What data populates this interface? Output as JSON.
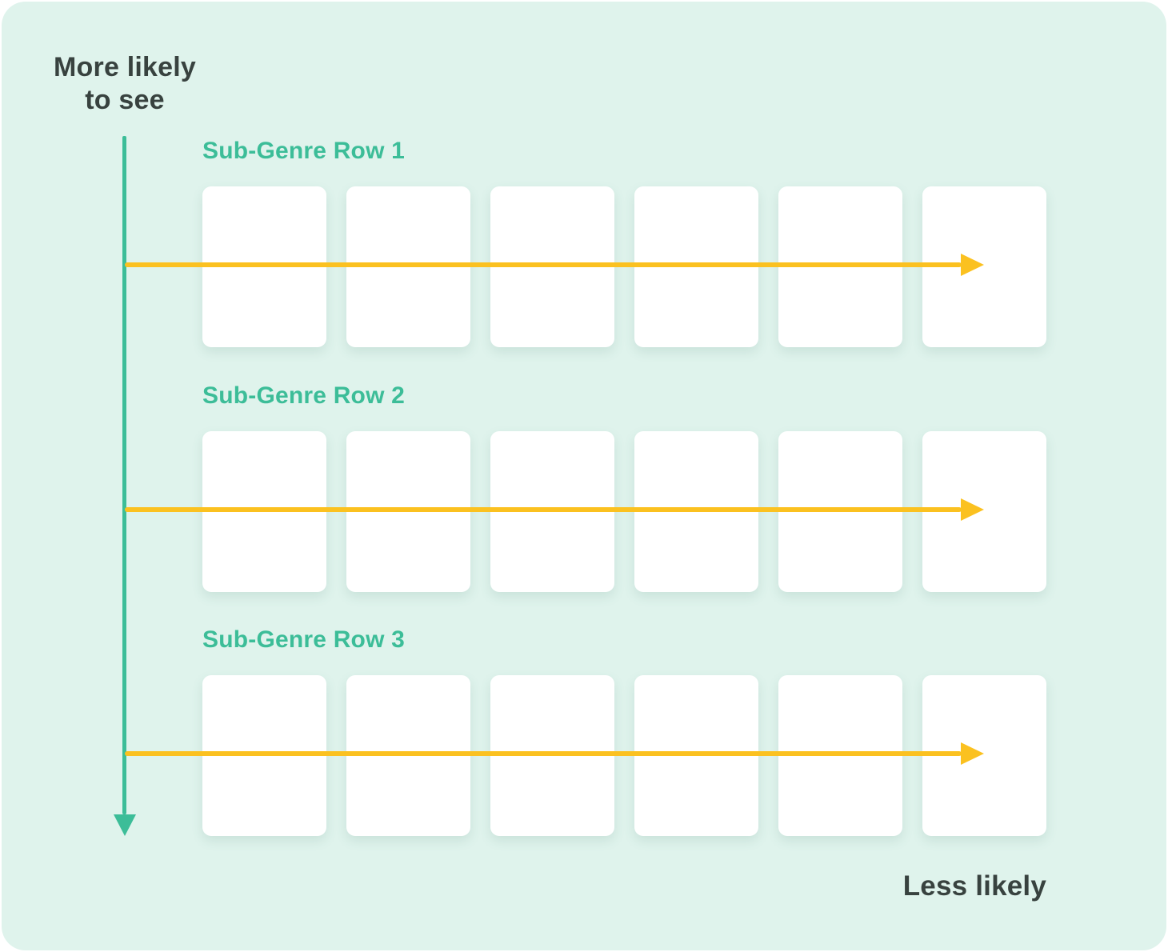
{
  "diagram": {
    "axis": {
      "more_likely_label": "More likely\nto see",
      "less_likely_label": "Less likely"
    },
    "rows": [
      {
        "label": "Sub-Genre Row 1",
        "cards_per_row": 6
      },
      {
        "label": "Sub-Genre Row 2",
        "cards_per_row": 6
      },
      {
        "label": "Sub-Genre Row 3",
        "cards_per_row": 6
      }
    ],
    "colors": {
      "canvas_background": "#DFF3EC",
      "page_background": "#FFFFFF",
      "teal_accent": "#3CBD98",
      "yellow_arrow": "#FBC120",
      "dark_text": "#38423F",
      "card": "#FFFFFF"
    }
  }
}
